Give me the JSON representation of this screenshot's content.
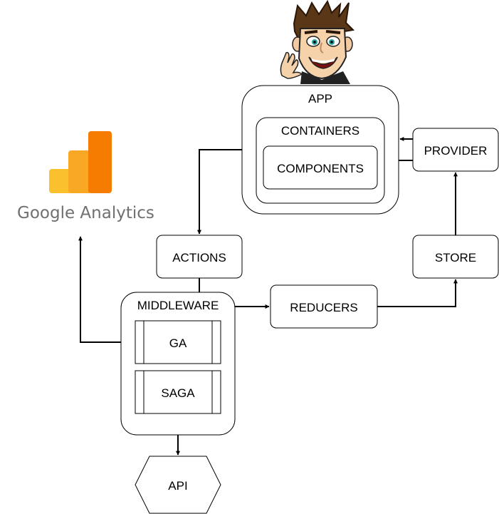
{
  "nodes": {
    "app": "APP",
    "containers": "CONTAINERS",
    "components": "COMPONENTS",
    "provider": "PROVIDER",
    "actions": "ACTIONS",
    "store": "STORE",
    "middleware": "MIDDLEWARE",
    "reducers": "REDUCERS",
    "ga": "GA",
    "saga": "SAGA",
    "api": "API"
  },
  "logo": {
    "text": "Google Analytics",
    "colors": {
      "bar_light": "#FBC02D",
      "bar_mid": "#F9A825",
      "bar_dark": "#F57C00"
    }
  },
  "mascot": {
    "icon": "cartoon-man-waving"
  }
}
